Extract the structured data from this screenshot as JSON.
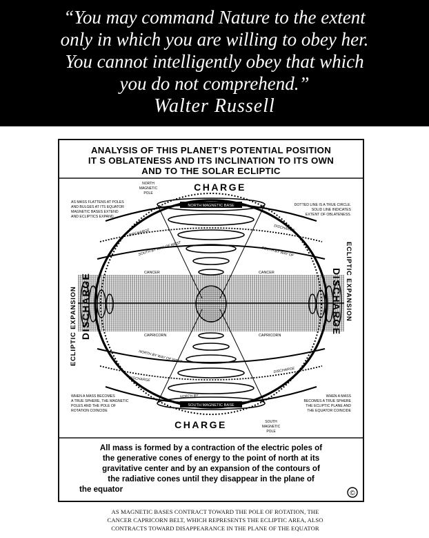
{
  "quote": {
    "lines": [
      "“You may command Nature to the extent",
      "only in which you are willing to obey her.",
      "You cannot intelligently obey that which",
      "you do not comprehend.”"
    ],
    "author": "Walter Russell"
  },
  "diagram": {
    "title": [
      "ANALYSIS OF THIS PLANET’S POTENTIAL POSITION",
      "IT S OBLATENESS AND ITS INCLINATION TO ITS OWN",
      "AND TO THE SOLAR ECLIPTIC"
    ],
    "charge_top": "CHARGE",
    "charge_bottom": "CHARGE",
    "north_pole": [
      "NORTH",
      "MAGNETIC",
      "POLE"
    ],
    "south_pole": [
      "SOUTH",
      "MAGNETIC",
      "POLE"
    ],
    "north_base": "NORTH MAGNETIC BASE",
    "south_base": "SOUTH MAGNETIC BASE",
    "note_top_left": [
      "AS MASS FLATTENS AT POLES",
      "AND BULGES AT ITS EQUATOR",
      "MAGNETIC BASES EXTEND",
      "AND ECLIPTICS EXPAND"
    ],
    "note_top_right": [
      "DOTTED LINE IS A TRUE CIRCLE.",
      "SOLID LINE INDICATES",
      "EXTENT OF OBLATENESS."
    ],
    "note_bottom_left": [
      "WHEN A MASS BECOMES",
      "A TRUE SPHERE, THE MAGNETIC",
      "POLES AND THE POLE OF",
      "ROTATION COINCIDE"
    ],
    "note_bottom_right": [
      "WHEN A MASS",
      "BECOMES A TRUE SPHERE",
      "THE ECLIPTIC PLANE AND",
      "THE EQUATOR COINCIDE"
    ],
    "discharge_left": "DISCHARGE",
    "discharge_right": "DISCHARGE",
    "ecliptic_left": "ECLIPTIC EXPANSION",
    "ecliptic_right": "ECLIPTIC EXPANSION",
    "discharge_small": "DISCHARGE",
    "south_by_way_of_west": "SOUTH BY WAY OF WEST",
    "south_by_way_of": "SOUTH BY WAY OF",
    "north_by_way_of_west": "NORTH BY WAY OF WEST",
    "north_by_way_of": "NORTH BY",
    "cancer": "CANCER",
    "capricorn": "CAPRICORN",
    "statement": [
      "All mass is formed by a contraction of the electric poles of",
      "the generative cones of energy to the point of north at its",
      "gravitative center and by an expansion of the contours of",
      "the radiative cones until they disappear in the plane of",
      "the equator"
    ],
    "copyright": "©"
  },
  "caption": [
    "AS MAGNETIC BASES CONTRACT TOWARD THE POLE OF ROTATION, THE",
    "CANCER CAPRICORN BELT, WHICH REPRESENTS THE ECLIPTIC AREA, ALSO",
    "CONTRACTS TOWARD DISAPPEARANCE IN THE PLANE OF THE EQUATOR"
  ]
}
